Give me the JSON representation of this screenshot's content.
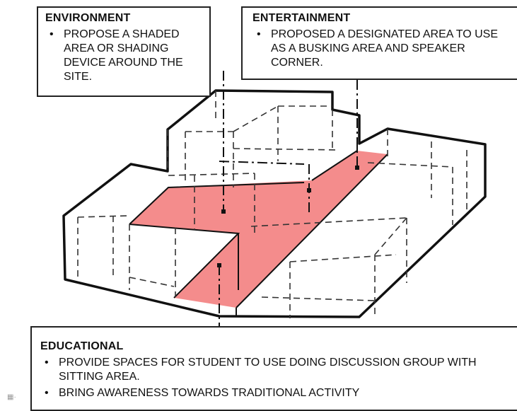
{
  "callouts": {
    "environment": {
      "title": "ENVIRONMENT",
      "items": [
        "PROPOSE A SHADED AREA OR SHADING DEVICE AROUND THE SITE."
      ]
    },
    "entertainment": {
      "title": "ENTERTAINMENT",
      "items": [
        "PROPOSED A DESIGNATED AREA TO USE AS A BUSKING AREA AND SPEAKER CORNER."
      ]
    },
    "educational": {
      "title": "EDUCATIONAL",
      "items": [
        "PROVIDE SPACES FOR STUDENT TO USE DOING DISCUSSION GROUP WITH SITTING AREA.",
        "BRING AWARENESS TOWARDS TRADITIONAL ACTIVITY"
      ]
    }
  },
  "colors": {
    "highlight": "#f48c8c",
    "line": "#111111",
    "dash": "#333333"
  },
  "icons": {
    "corner_icon": "slide-thumbnail-icon"
  }
}
